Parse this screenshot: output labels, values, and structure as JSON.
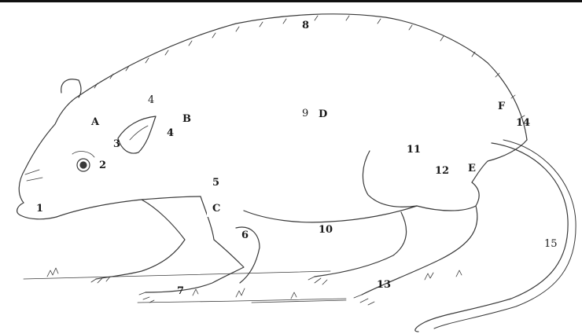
{
  "labels": {
    "n1": "1",
    "n2": "2",
    "n3": "3",
    "n4a": "4",
    "n4b": "4",
    "n5": "5",
    "n6": "6",
    "n7": "7",
    "n8": "8",
    "n9": "9",
    "n10": "10",
    "n11": "11",
    "n12": "12",
    "n13": "13",
    "n14": "14",
    "n15": "15",
    "A": "A",
    "B": "B",
    "C": "C",
    "D": "D",
    "E": "E",
    "F": "F"
  }
}
